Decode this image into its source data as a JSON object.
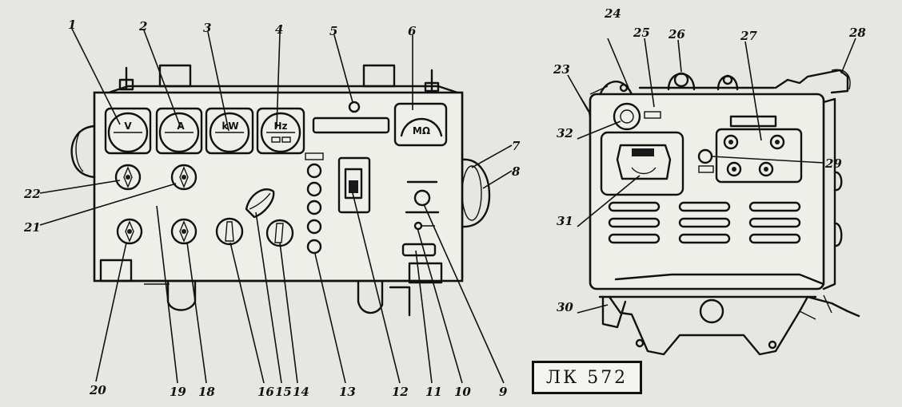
{
  "figure_code": "ЛК 572",
  "gauges": [
    {
      "id": 1,
      "symbol": "V"
    },
    {
      "id": 2,
      "symbol": "A"
    },
    {
      "id": 3,
      "symbol": "kW"
    },
    {
      "id": 4,
      "symbol": "Hz"
    },
    {
      "id": 6,
      "symbol": "MΩ"
    }
  ],
  "callouts": [
    "1",
    "2",
    "3",
    "4",
    "5",
    "6",
    "7",
    "8",
    "9",
    "10",
    "11",
    "12",
    "13",
    "14",
    "15",
    "16",
    "18",
    "19",
    "20",
    "21",
    "22",
    "23",
    "24",
    "25",
    "26",
    "27",
    "28",
    "29",
    "30",
    "31",
    "32"
  ]
}
